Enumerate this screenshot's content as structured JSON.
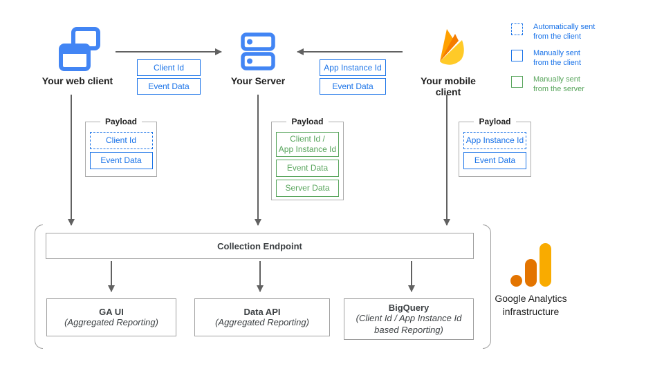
{
  "clients": {
    "web": {
      "label": "Your web client"
    },
    "server": {
      "label": "Your Server"
    },
    "mobile": {
      "label": "Your mobile client"
    }
  },
  "flows": {
    "web_to_server": {
      "params": [
        {
          "label": "Client Id"
        },
        {
          "label": "Event Data"
        }
      ]
    },
    "mobile_to_server": {
      "params": [
        {
          "label": "App Instance Id"
        },
        {
          "label": "Event Data"
        }
      ]
    }
  },
  "payloads": {
    "web": {
      "title": "Payload",
      "items": [
        {
          "label": "Client Id"
        },
        {
          "label": "Event Data"
        }
      ]
    },
    "server": {
      "title": "Payload",
      "items": [
        {
          "label": "Client Id /\nApp Instance Id"
        },
        {
          "label": "Event Data"
        },
        {
          "label": "Server Data"
        }
      ]
    },
    "mobile": {
      "title": "Payload",
      "items": [
        {
          "label": "App Instance Id"
        },
        {
          "label": "Event Data"
        }
      ]
    }
  },
  "legend": {
    "items": [
      {
        "label": "Automatically sent\nfrom the client",
        "style": "dashed-blue"
      },
      {
        "label": "Manually sent\nfrom the client",
        "style": "solid-blue"
      },
      {
        "label": "Manually sent\nfrom the server",
        "style": "solid-green"
      }
    ]
  },
  "infrastructure": {
    "endpoint_label": "Collection Endpoint",
    "outputs": [
      {
        "title": "GA UI",
        "subtitle": "(Aggregated Reporting)"
      },
      {
        "title": "Data API",
        "subtitle": "(Aggregated Reporting)"
      },
      {
        "title": "BigQuery",
        "subtitle": "(Client Id / App Instance Id\nbased Reporting)"
      }
    ],
    "brand": {
      "line1": "Google Analytics",
      "line2": "infrastructure"
    }
  },
  "colors": {
    "blue": "#1a73e8",
    "icon_blue": "#4285f4",
    "green": "#58a55c",
    "arrow_gray": "#616161",
    "box_border_gray": "#9e9e9e",
    "firebase_amber": "#ffa000",
    "firebase_orange": "#f57c00",
    "firebase_yellow": "#ffca28",
    "ga_orange": "#e37400",
    "ga_yellow": "#f9ab00"
  }
}
